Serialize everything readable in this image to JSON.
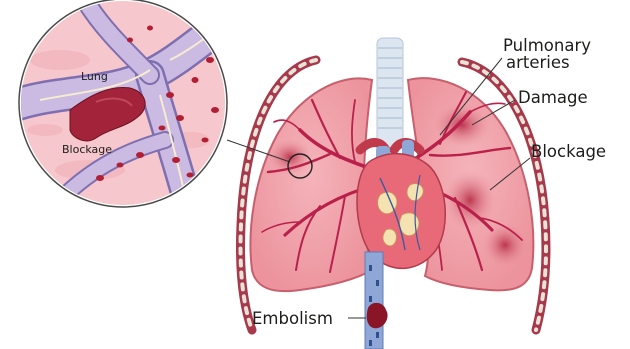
{
  "labels": {
    "lung": "Lung",
    "blockage_inset": "Blockage",
    "pulmonary_line1": "Pulmonary",
    "pulmonary_line2": "arteries",
    "damage": "Damage",
    "blockage": "Blockage",
    "embolism": "Embolism"
  },
  "colors": {
    "lung_fill": "#f2a7ae",
    "lung_edge": "#c75f6d",
    "artery": "#b9214a",
    "damage_spot": "#c2334f",
    "rib": "#a8394a",
    "trachea": "#dce6f1",
    "heart": "#e86a78",
    "vessel_blue": "#8ea7d6",
    "clot": "#8a1526",
    "inset_bg": "#f6c7cc",
    "inset_vessel": "#cbbbe3"
  }
}
